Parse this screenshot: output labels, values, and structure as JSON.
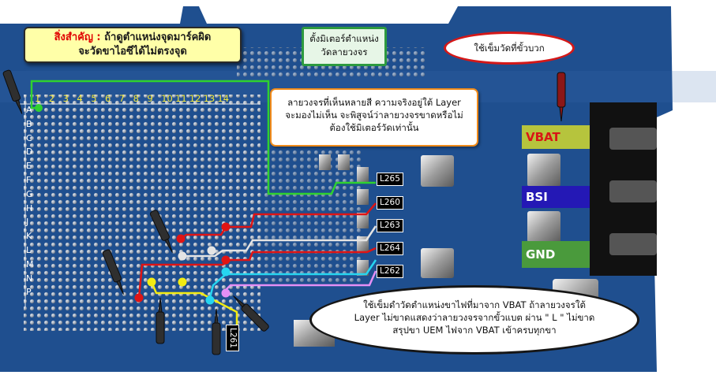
{
  "notes": {
    "important_prefix": "สิ่งสำคัญ :",
    "important_text_1": "ถ้าดูตำแหน่งจุดมาร์คผิด",
    "important_text_2": "จะวัดขาไอซีได้ไม่ตรงจุด",
    "meter_position_line1": "ตั้งมิเตอร์ตำแหน่ง",
    "meter_position_line2": "วัดลายวงจร",
    "layer_note_line1": "ลายวงจรที่เห็นหลายสี ความจริงอยู่ใต้ Layer",
    "layer_note_line2": "จะมองไม่เห็น จะพิสูจน์ว่าลายวงจรขาดหรือไม่",
    "layer_note_line3": "ต้องใช้มิเตอร์วัดเท่านั้น",
    "positive_probe": "ใช้เข็มวัดที่ขั้วบวก",
    "vbat_note_line1": "ใช้เข็มดำวัดตำแหน่งขาไฟที่มาจาก VBAT ถ้าลายวงจรใต้",
    "vbat_note_line2": "Layer ไม่ขาดแสดงว่าลายวงจรจากขั้วแบต ผ่าน \" L \" ไม่ขาด",
    "vbat_note_line3": "สรุปขา UEM ไฟจาก VBAT เข้าครบทุกขา"
  },
  "battery_pins": {
    "vbat": "VBAT",
    "bsi": "BSI",
    "gnd": "GND"
  },
  "coils": [
    "L265",
    "L260",
    "L263",
    "L264",
    "L262",
    "L261"
  ],
  "grid": {
    "columns": [
      "1",
      "2",
      "3",
      "4",
      "5",
      "6",
      "7",
      "8",
      "9",
      "10",
      "11",
      "12",
      "13",
      "14"
    ],
    "rows": [
      "A",
      "B",
      "C",
      "D",
      "E",
      "F",
      "G",
      "H",
      "J",
      "K",
      "L",
      "M",
      "N",
      "P"
    ]
  },
  "colors": {
    "board": "#1f4f8f",
    "board_dark": "#163f78",
    "trace_green": "#2fd12f",
    "trace_red": "#e01414",
    "trace_white": "#e4e4e4",
    "trace_cyan": "#26d5f0",
    "trace_violet": "#e58ff5",
    "trace_yellow": "#f3ec12"
  }
}
